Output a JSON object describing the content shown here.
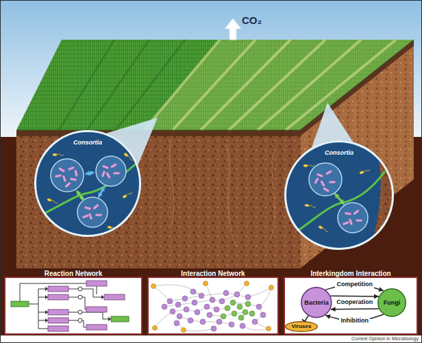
{
  "diagram": {
    "nodes": [
      {
        "text": [
          "Consortia"
        ]
      },
      {
        "text": [
          "Consortia"
        ]
      },
      {
        "text": [
          "Reaction Network"
        ]
      },
      {
        "text": [
          "Interaction Network"
        ]
      },
      {
        "text": [
          "Interkingdom Interaction"
        ]
      },
      {
        "text": [
          "Bacteria"
        ],
        "in": 4
      },
      {
        "text": [
          "Fungi"
        ],
        "in": 4
      },
      {
        "text": [
          "Viruses"
        ],
        "in": 4
      }
    ],
    "edges": [
      {
        "from": 5,
        "to": 6,
        "label": "Competition",
        "arrow": "to"
      },
      {
        "from": 5,
        "to": 6,
        "label": "Cooperation",
        "arrow": "to"
      },
      {
        "from": 6,
        "to": 5,
        "arrow": "to"
      },
      {
        "from": 6,
        "to": 5,
        "label": "Inhibition",
        "arrow": "to"
      },
      {
        "from": 5,
        "to": 7,
        "arrow": "to"
      }
    ],
    "labels": [
      "CO₂",
      "Current Opinion in Microbiology"
    ]
  }
}
